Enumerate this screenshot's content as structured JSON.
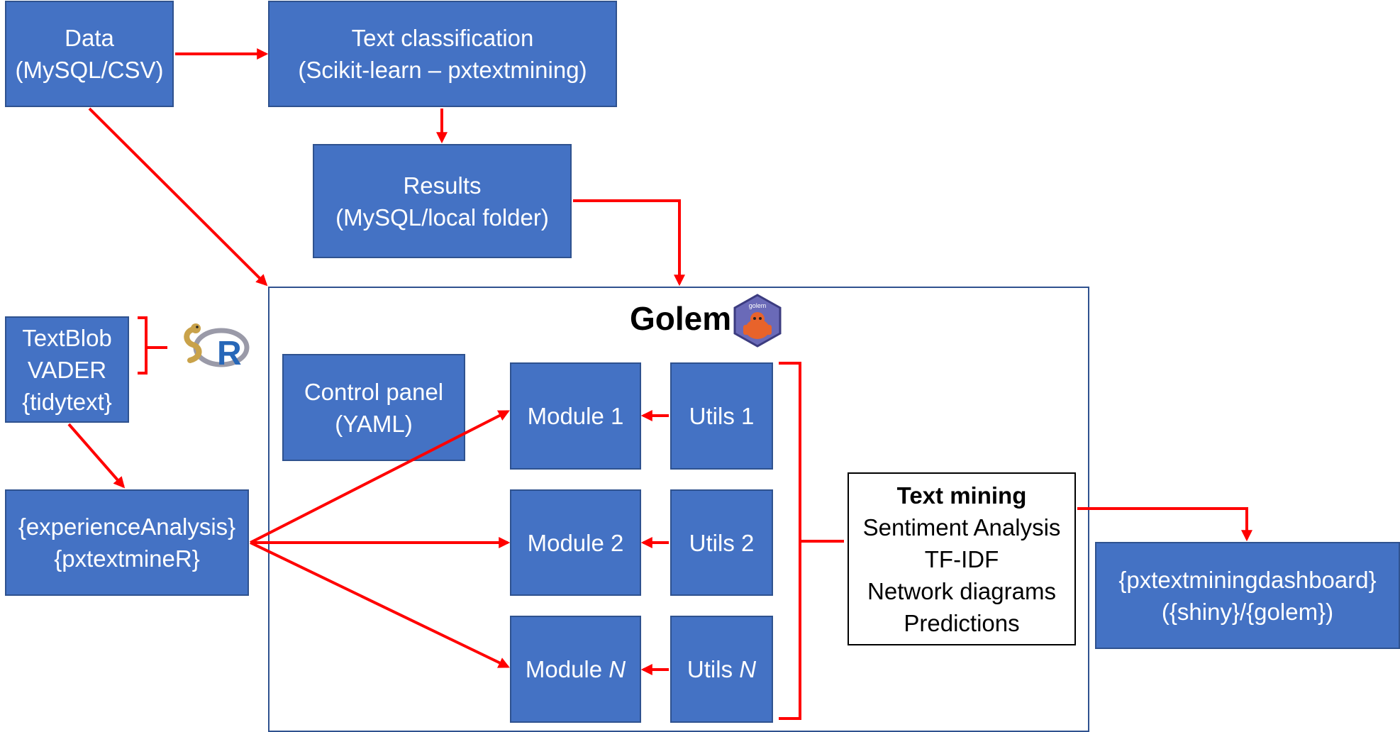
{
  "colors": {
    "box_fill": "#4472C4",
    "box_border": "#2F528F",
    "arrow": "#FF0000",
    "text_light": "#FFFFFF"
  },
  "nodes": {
    "data": {
      "line1": "Data",
      "line2": "(MySQL/CSV)"
    },
    "text_classification": {
      "line1": "Text classification",
      "line2": "(Scikit-learn – pxtextmining)"
    },
    "results": {
      "line1": "Results",
      "line2": "(MySQL/local folder)"
    },
    "sentiment_tools": {
      "line1": "TextBlob",
      "line2": "VADER",
      "line3": "{tidytext}"
    },
    "experience_analysis": {
      "line1": "{experienceAnalysis}",
      "line2": "{pxtextmineR}"
    },
    "golem": {
      "title": "Golem",
      "logo_text": "golem"
    },
    "control_panel": {
      "line1": "Control panel",
      "line2": "(YAML)"
    },
    "module_1": {
      "label": "Module 1"
    },
    "module_2": {
      "label": "Module 2"
    },
    "module_n": {
      "label": "Module ",
      "suffix": "N"
    },
    "utils_1": {
      "label": "Utils 1"
    },
    "utils_2": {
      "label": "Utils 2"
    },
    "utils_n": {
      "label": "Utils ",
      "suffix": "N"
    },
    "text_mining": {
      "heading": "Text mining",
      "items": [
        "Sentiment Analysis",
        "TF-IDF",
        "Network diagrams",
        "Predictions"
      ]
    },
    "dashboard": {
      "line1": "{pxtextminingdashboard}",
      "line2": "({shiny}/{golem})"
    }
  },
  "icons": [
    "python-r-logo-icon",
    "golem-hex-logo-icon"
  ]
}
